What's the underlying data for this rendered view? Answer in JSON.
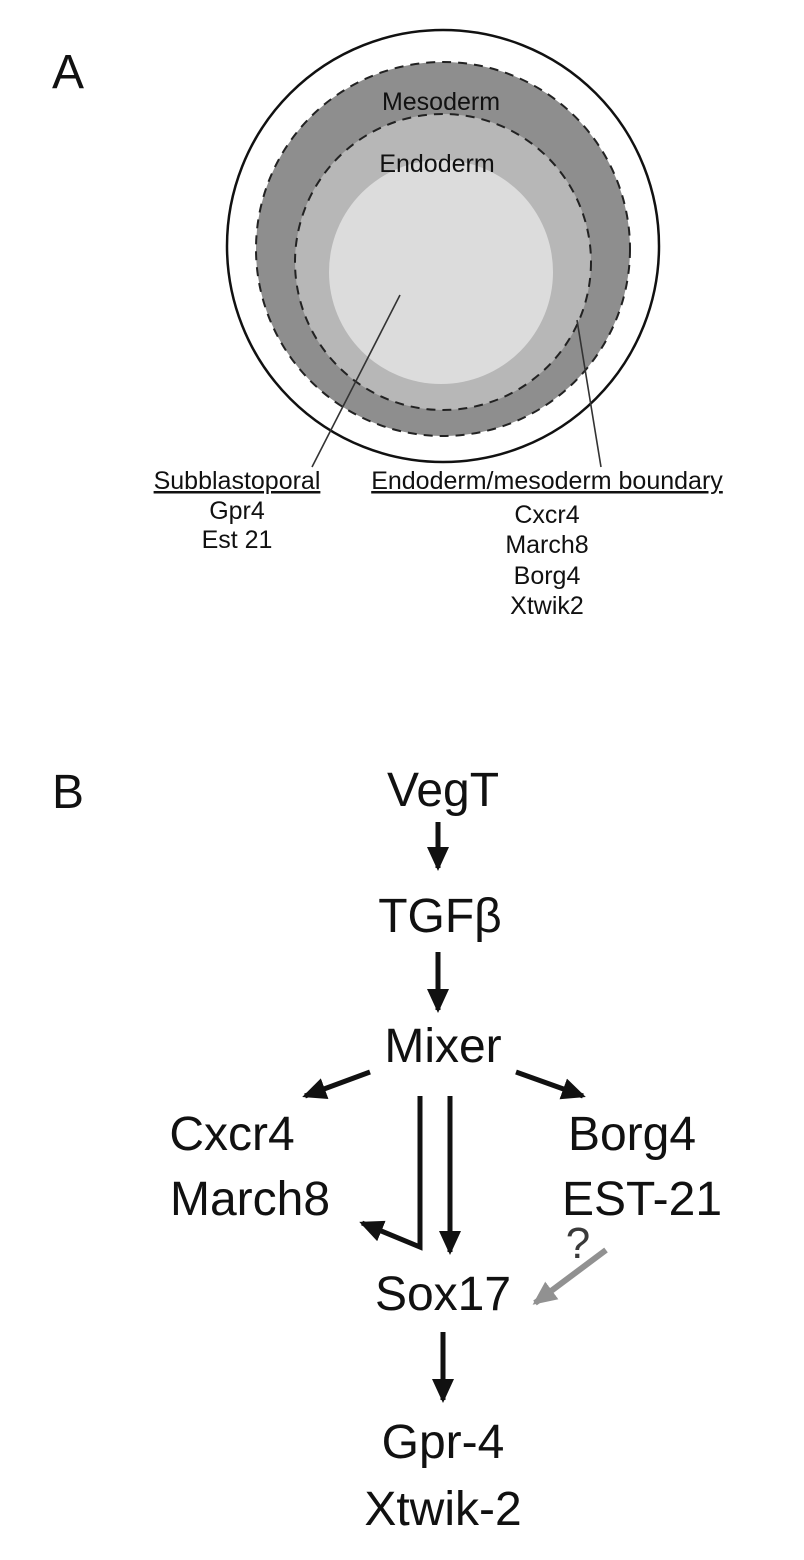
{
  "figure": {
    "panelA": {
      "label": "A",
      "ring_labels": {
        "mesoderm": "Mesoderm",
        "endoderm": "Endoderm"
      },
      "colors": {
        "mesoderm": "#8e8e8e",
        "endoderm": "#b7b7b7",
        "inner": "#dcdcdc"
      },
      "groups": [
        {
          "title": "Subblastoporal",
          "genes": [
            "Gpr4",
            "Est 21"
          ]
        },
        {
          "title": "Endoderm/mesoderm boundary",
          "genes": [
            "Cxcr4",
            "March8",
            "Borg4",
            "Xtwik2"
          ]
        }
      ]
    },
    "panelB": {
      "label": "B",
      "colors": {
        "uncertain": "#919191"
      },
      "nodes": {
        "vegt": "VegT",
        "tgfb": "TGFβ",
        "mixer": "Mixer",
        "cxcr4": "Cxcr4",
        "march8": "March8",
        "borg4": "Borg4",
        "est21": "EST-21",
        "sox17": "Sox17",
        "gpr4": "Gpr-4",
        "xtwik2": "Xtwik-2",
        "uncertain_mark": "?"
      }
    }
  }
}
